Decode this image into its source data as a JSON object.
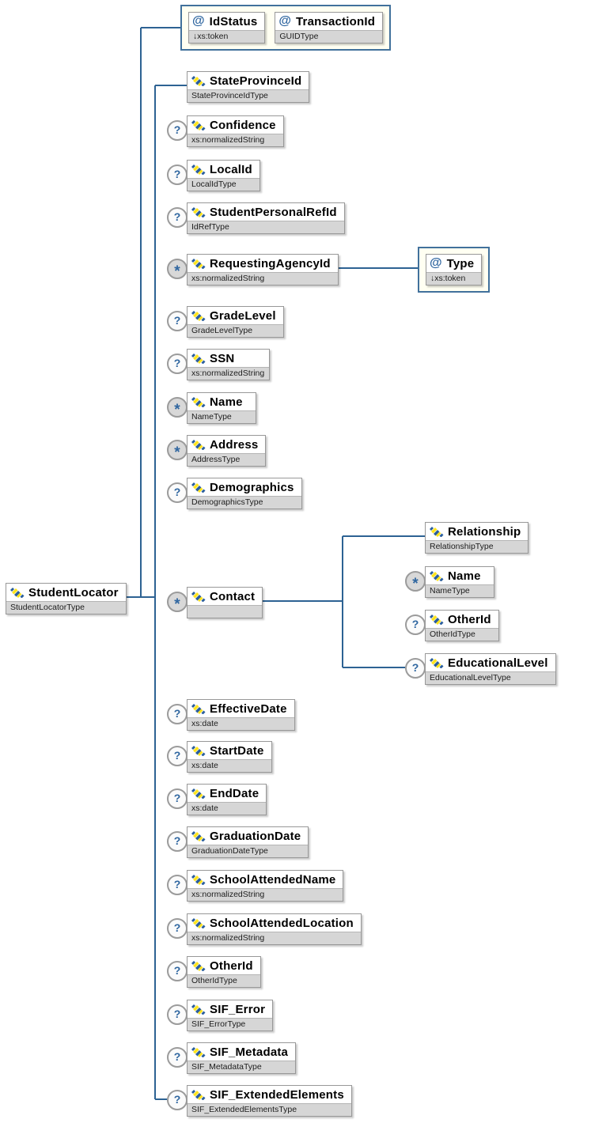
{
  "diagram": {
    "root": {
      "name": "StudentLocator",
      "type": "StudentLocatorType"
    },
    "root_attributes": [
      {
        "name": "IdStatus",
        "type": "↓xs:token"
      },
      {
        "name": "TransactionId",
        "type": "GUIDType"
      }
    ],
    "children": [
      {
        "name": "StateProvinceId",
        "type": "StateProvinceIdType",
        "occurrence": ""
      },
      {
        "name": "Confidence",
        "type": "xs:normalizedString",
        "occurrence": "?"
      },
      {
        "name": "LocalId",
        "type": "LocalIdType",
        "occurrence": "?"
      },
      {
        "name": "StudentPersonalRefId",
        "type": "IdRefType",
        "occurrence": "?"
      },
      {
        "name": "RequestingAgencyId",
        "type": "xs:normalizedString",
        "occurrence": "*"
      },
      {
        "name": "GradeLevel",
        "type": "GradeLevelType",
        "occurrence": "?"
      },
      {
        "name": "SSN",
        "type": "xs:normalizedString",
        "occurrence": "?"
      },
      {
        "name": "Name",
        "type": "NameType",
        "occurrence": "*"
      },
      {
        "name": "Address",
        "type": "AddressType",
        "occurrence": "*"
      },
      {
        "name": "Demographics",
        "type": "DemographicsType",
        "occurrence": "?"
      },
      {
        "name": "Contact",
        "type": "",
        "occurrence": "*"
      },
      {
        "name": "EffectiveDate",
        "type": "xs:date",
        "occurrence": "?"
      },
      {
        "name": "StartDate",
        "type": "xs:date",
        "occurrence": "?"
      },
      {
        "name": "EndDate",
        "type": "xs:date",
        "occurrence": "?"
      },
      {
        "name": "GraduationDate",
        "type": "GraduationDateType",
        "occurrence": "?"
      },
      {
        "name": "SchoolAttendedName",
        "type": "xs:normalizedString",
        "occurrence": "?"
      },
      {
        "name": "SchoolAttendedLocation",
        "type": "xs:normalizedString",
        "occurrence": "?"
      },
      {
        "name": "OtherId",
        "type": "OtherIdType",
        "occurrence": "?"
      },
      {
        "name": "SIF_Error",
        "type": "SIF_ErrorType",
        "occurrence": "?"
      },
      {
        "name": "SIF_Metadata",
        "type": "SIF_MetadataType",
        "occurrence": "?"
      },
      {
        "name": "SIF_ExtendedElements",
        "type": "SIF_ExtendedElementsType",
        "occurrence": "?"
      }
    ],
    "requesting_agency_attributes": [
      {
        "name": "Type",
        "type": "↓xs:token"
      }
    ],
    "contact_children": [
      {
        "name": "Relationship",
        "type": "RelationshipType",
        "occurrence": ""
      },
      {
        "name": "Name",
        "type": "NameType",
        "occurrence": "*"
      },
      {
        "name": "OtherId",
        "type": "OtherIdType",
        "occurrence": "?"
      },
      {
        "name": "EducationalLevel",
        "type": "EducationalLevelType",
        "occurrence": "?"
      }
    ]
  },
  "icons": {
    "element_icon": "diagonal-stripes-element-icon",
    "attribute_icon": "@"
  },
  "colors": {
    "connector": "#2d6293",
    "attribute_container_bg": "#fffff2",
    "attribute_container_border": "#41719c",
    "box_border": "#989898",
    "type_row_bg": "#d6d6d6",
    "icon_blue": "#2a5e9c",
    "icon_yellow": "#ffe41c",
    "occurrence_glyph": "#2f66a0"
  }
}
